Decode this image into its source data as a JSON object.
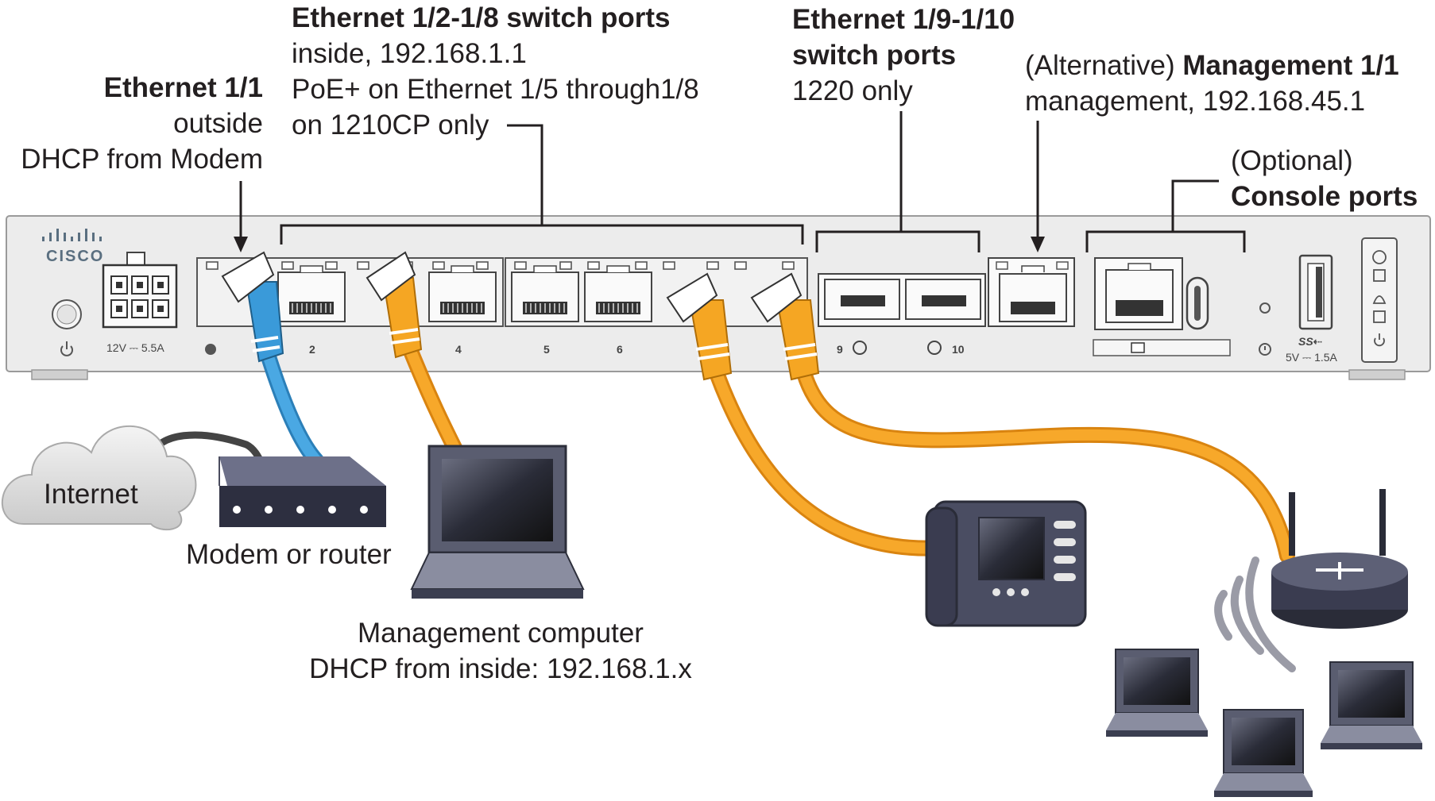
{
  "labels": {
    "eth11": {
      "title": "Ethernet 1/1",
      "line1": "outside",
      "line2": "DHCP from Modem"
    },
    "eth12_18": {
      "title": "Ethernet 1/2-1/8 switch ports",
      "line1": "inside, 192.168.1.1",
      "line2": "PoE+ on Ethernet 1/5 through1/8",
      "line3": "on 1210CP only"
    },
    "eth19_110": {
      "title_line1": "Ethernet 1/9-1/10",
      "title_line2": "switch ports",
      "line1": "1220 only"
    },
    "mgmt": {
      "prefix": "(Alternative) ",
      "title": "Management 1/1",
      "line1": "management, 192.168.45.1"
    },
    "console": {
      "line1": "(Optional)",
      "title": "Console ports"
    },
    "internet": "Internet",
    "modem": "Modem or router",
    "mgmt_computer": {
      "line1": "Management computer",
      "line2": "DHCP from inside: 192.168.1.x"
    }
  },
  "device": {
    "brand": "CISCO",
    "power_rating": "12V ⎓ 5.5A",
    "usb_rating": "5V ⎓ 1.5A",
    "usb_mark": "SS⇠",
    "port_numbers": [
      "2",
      "4",
      "5",
      "6",
      "9",
      "10"
    ]
  },
  "colors": {
    "blue_cable": "#3a9ad9",
    "orange_cable": "#f5a623",
    "chassis": "#ebebeb",
    "device_dark": "#3c3f52",
    "cloud": "#d9d9d9"
  },
  "icons": [
    "power-icon",
    "reset-icon",
    "console-icon",
    "usb-icon",
    "status-icon",
    "wifi-icon"
  ]
}
